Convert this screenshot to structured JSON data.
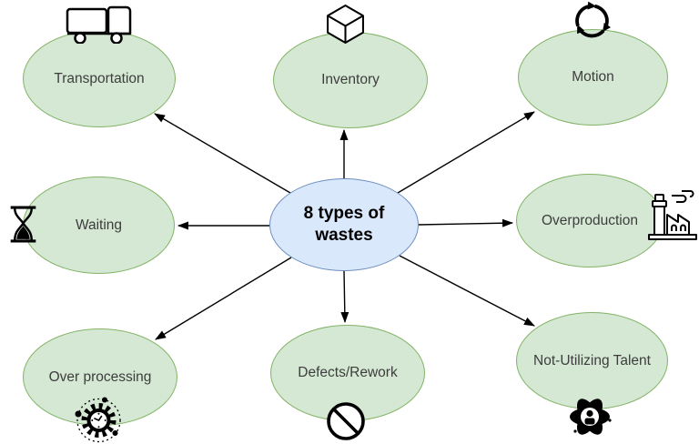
{
  "center": {
    "label": "8 types of wastes"
  },
  "nodes": [
    {
      "id": "transportation",
      "label": "Transportation",
      "icon": "truck-icon"
    },
    {
      "id": "inventory",
      "label": "Inventory",
      "icon": "box-icon"
    },
    {
      "id": "motion",
      "label": "Motion",
      "icon": "cycle-arrows-icon"
    },
    {
      "id": "waiting",
      "label": "Waiting",
      "icon": "hourglass-icon"
    },
    {
      "id": "overproduction",
      "label": "Overproduction",
      "icon": "factory-icon"
    },
    {
      "id": "over-processing",
      "label": "Over processing",
      "icon": "gear-clock-icon"
    },
    {
      "id": "defects-rework",
      "label": "Defects/Rework",
      "icon": "prohibition-icon"
    },
    {
      "id": "not-utilizing-talent",
      "label": "Not-Utilizing Talent",
      "icon": "atom-person-icon"
    }
  ],
  "colors": {
    "background": "#ffffff",
    "node_fill": "#d5e8d4",
    "node_border": "#82b366",
    "center_fill": "#dae8fc",
    "center_border": "#6c8ebf",
    "arrow": "#000000",
    "label_text": "#3d3d3d",
    "center_text": "#000000"
  }
}
